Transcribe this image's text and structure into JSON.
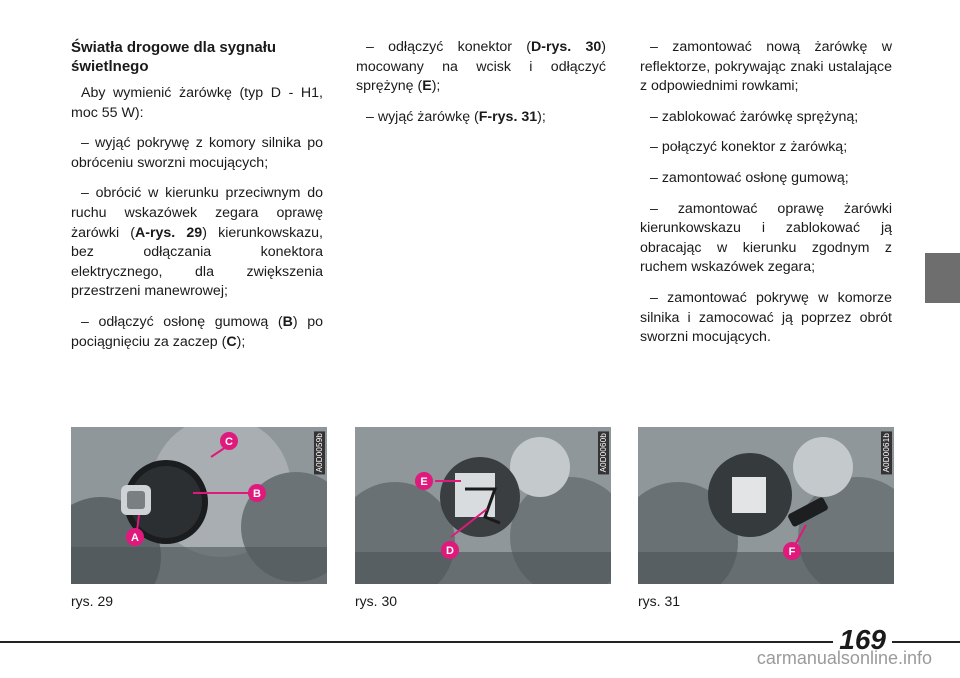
{
  "section": {
    "title_line1": "Światła drogowe dla sygnału",
    "title_line2": "świetlnego"
  },
  "col1": {
    "intro": "Aby wymienić żarówkę (typ D - H1, moc 55 W):",
    "step1": "– wyjąć pokrywę z komory silnika po obróceniu sworzni mocujących;",
    "step2_a": "– obrócić w kierunku przeciwnym do ruchu wskazówek zegara oprawę żarówki (",
    "step2_ref": "A-rys. 29",
    "step2_b": ") kierunkowskazu, bez odłączania konektora elektrycznego, dla zwiększenia przestrzeni manewrowej;",
    "step3_a": "– odłączyć osłonę gumową (",
    "step3_ref1": "B",
    "step3_b": ") po pociągnięciu za zaczep (",
    "step3_ref2": "C",
    "step3_c": ");"
  },
  "col2": {
    "step4_a": "– odłączyć konektor (",
    "step4_ref1": "D-rys. 30",
    "step4_b": ") mocowany na wcisk i odłączyć sprężynę (",
    "step4_ref2": "E",
    "step4_c": ");",
    "step5_a": "– wyjąć żarówkę (",
    "step5_ref": "F-rys. 31",
    "step5_b": ");"
  },
  "col3": {
    "step6": "– zamontować nową żarówkę w reflektorze, pokrywając znaki ustalające z odpowiednimi rowkami;",
    "step7": "– zablokować żarówkę sprężyną;",
    "step8": "– połączyć konektor z żarówką;",
    "step9": "– zamontować osłonę gumową;",
    "step10": "– zamontować oprawę żarówki kierunkowskazu i zablokować ją obracając w kierunku zgodnym z ruchem wskazówek zegara;",
    "step11": "– zamontować pokrywę w komorze silnika i zamocować ją poprzez obrót sworzni mocujących."
  },
  "figures": [
    {
      "caption": "rys. 29",
      "code": "A0D0059b",
      "labels": [
        "C",
        "B",
        "A"
      ]
    },
    {
      "caption": "rys. 30",
      "code": "A0D0060b",
      "labels": [
        "E",
        "D"
      ]
    },
    {
      "caption": "rys. 31",
      "code": "A0D0061b",
      "labels": [
        "F"
      ]
    }
  ],
  "page_number": "169",
  "watermark": "carmanualsonline.info",
  "colors": {
    "callout": "#e0197d",
    "tab": "#6e6e6e"
  }
}
